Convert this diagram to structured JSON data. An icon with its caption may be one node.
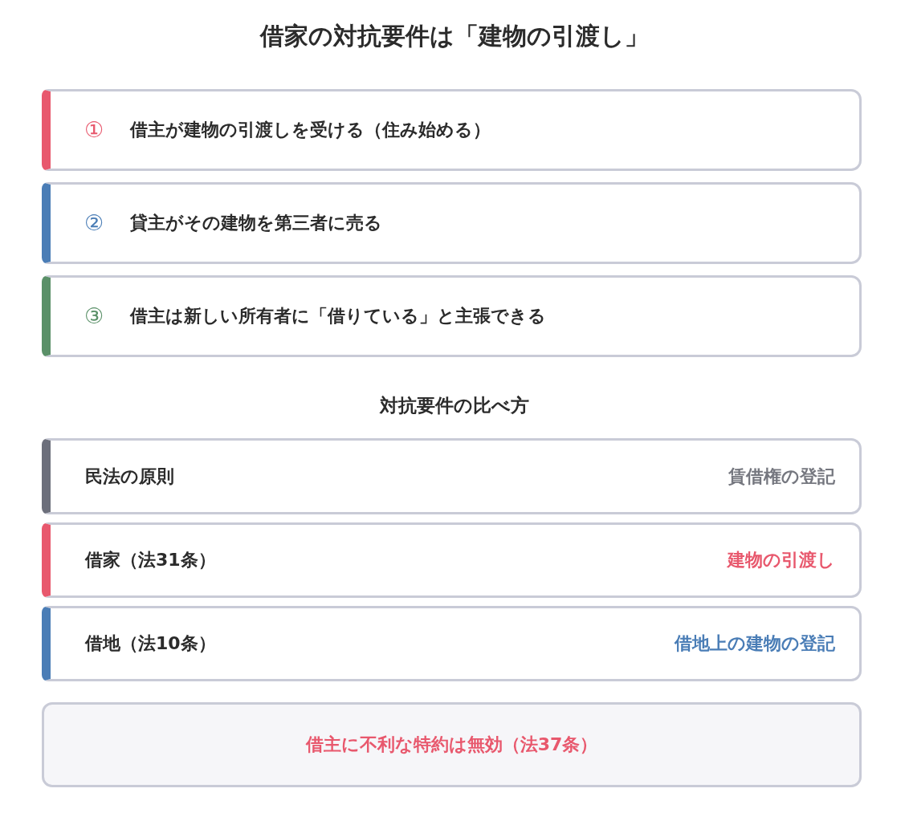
{
  "diagram": {
    "title": "借家の対抗要件は「建物の引渡し」",
    "nodes": [
      {
        "text": [
          "①",
          "借主が建物の引渡しを受ける（住み始める）"
        ]
      },
      {
        "text": [
          "②",
          "貸主がその建物を第三者に売る"
        ]
      },
      {
        "text": [
          "③",
          "借主は新しい所有者に「借りている」と主張できる"
        ]
      },
      {
        "text": [
          "民法の原則",
          "賃借権の登記"
        ]
      },
      {
        "text": [
          "借家（法31条）",
          "建物の引渡し"
        ]
      },
      {
        "text": [
          "借地（法10条）",
          "借地上の建物の登記"
        ]
      },
      {
        "text": [
          "借主に不利な特約は無効（法37条）"
        ]
      }
    ],
    "edges": [],
    "labels": [
      "対抗要件の比べ方"
    ]
  }
}
